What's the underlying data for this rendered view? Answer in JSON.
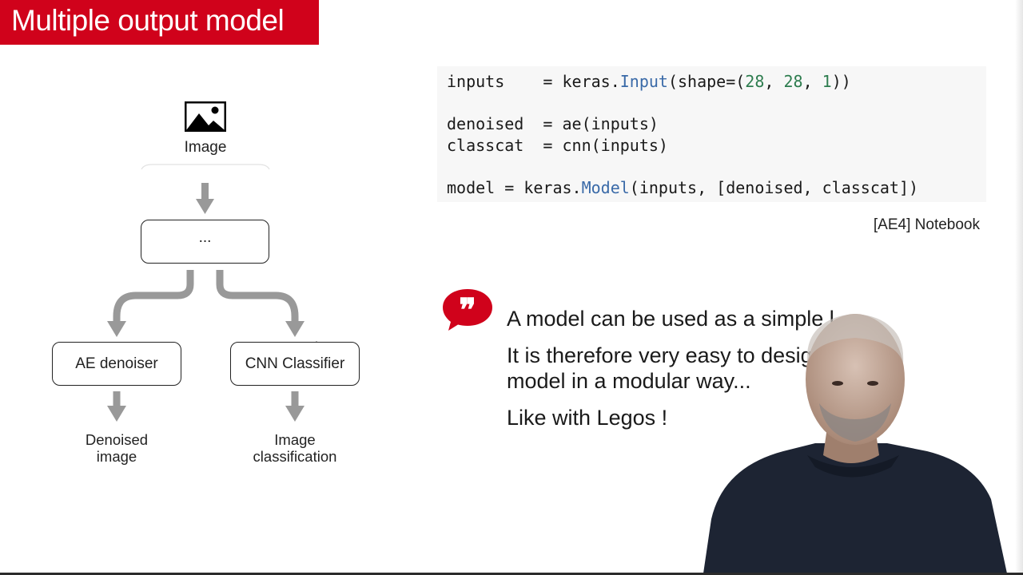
{
  "slide": {
    "title": "Multiple output model"
  },
  "diagram": {
    "input_label": "Image",
    "hidden_box_label": "...",
    "left_box_label": "AE denoiser",
    "right_box_label": "CNN Classifier",
    "left_output_line1": "Denoised",
    "left_output_line2": "image",
    "right_output_line1": "Image",
    "right_output_line2": "classification",
    "icons": [
      "image-icon",
      "arrow-down-icon",
      "arrow-curve-left-icon",
      "arrow-curve-right-icon"
    ],
    "arrow_color": "#999999"
  },
  "code": {
    "lines": [
      {
        "id": "l1",
        "a": "inputs    = keras.",
        "fn": "Input",
        "b": "(shape=(",
        "n1": "28",
        "c": ", ",
        "n2": "28",
        "d": ", ",
        "n3": "1",
        "e": "))"
      },
      {
        "id": "l2",
        "text": "denoised  = ae(inputs)"
      },
      {
        "id": "l3",
        "text": "classcat  = cnn(inputs)"
      },
      {
        "id": "l4",
        "a": "model = keras.",
        "fn": "Model",
        "b": "(inputs, [denoised, classcat])"
      }
    ],
    "function_color": "#3a6aa8",
    "number_color": "#2e7d4f"
  },
  "notebook_ref": "[AE4] Notebook",
  "quote": {
    "icon": "speech-quote-icon",
    "accent": "#d0021b",
    "line1": "A model can be used as a simple l",
    "line2a": "It is therefore very easy to desig",
    "line2b": "model in a modular way...",
    "line3": "Like with Legos !"
  },
  "colors": {
    "brand_red": "#d0021b"
  }
}
